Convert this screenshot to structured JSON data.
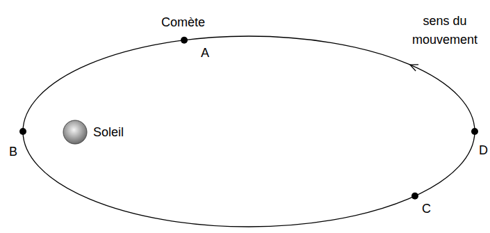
{
  "diagram": {
    "nodes": [
      {
        "text": [
          "Soleil"
        ]
      }
    ],
    "labels": [
      "Comète",
      "A",
      "B",
      "C",
      "D",
      "sens du mouvement"
    ]
  }
}
